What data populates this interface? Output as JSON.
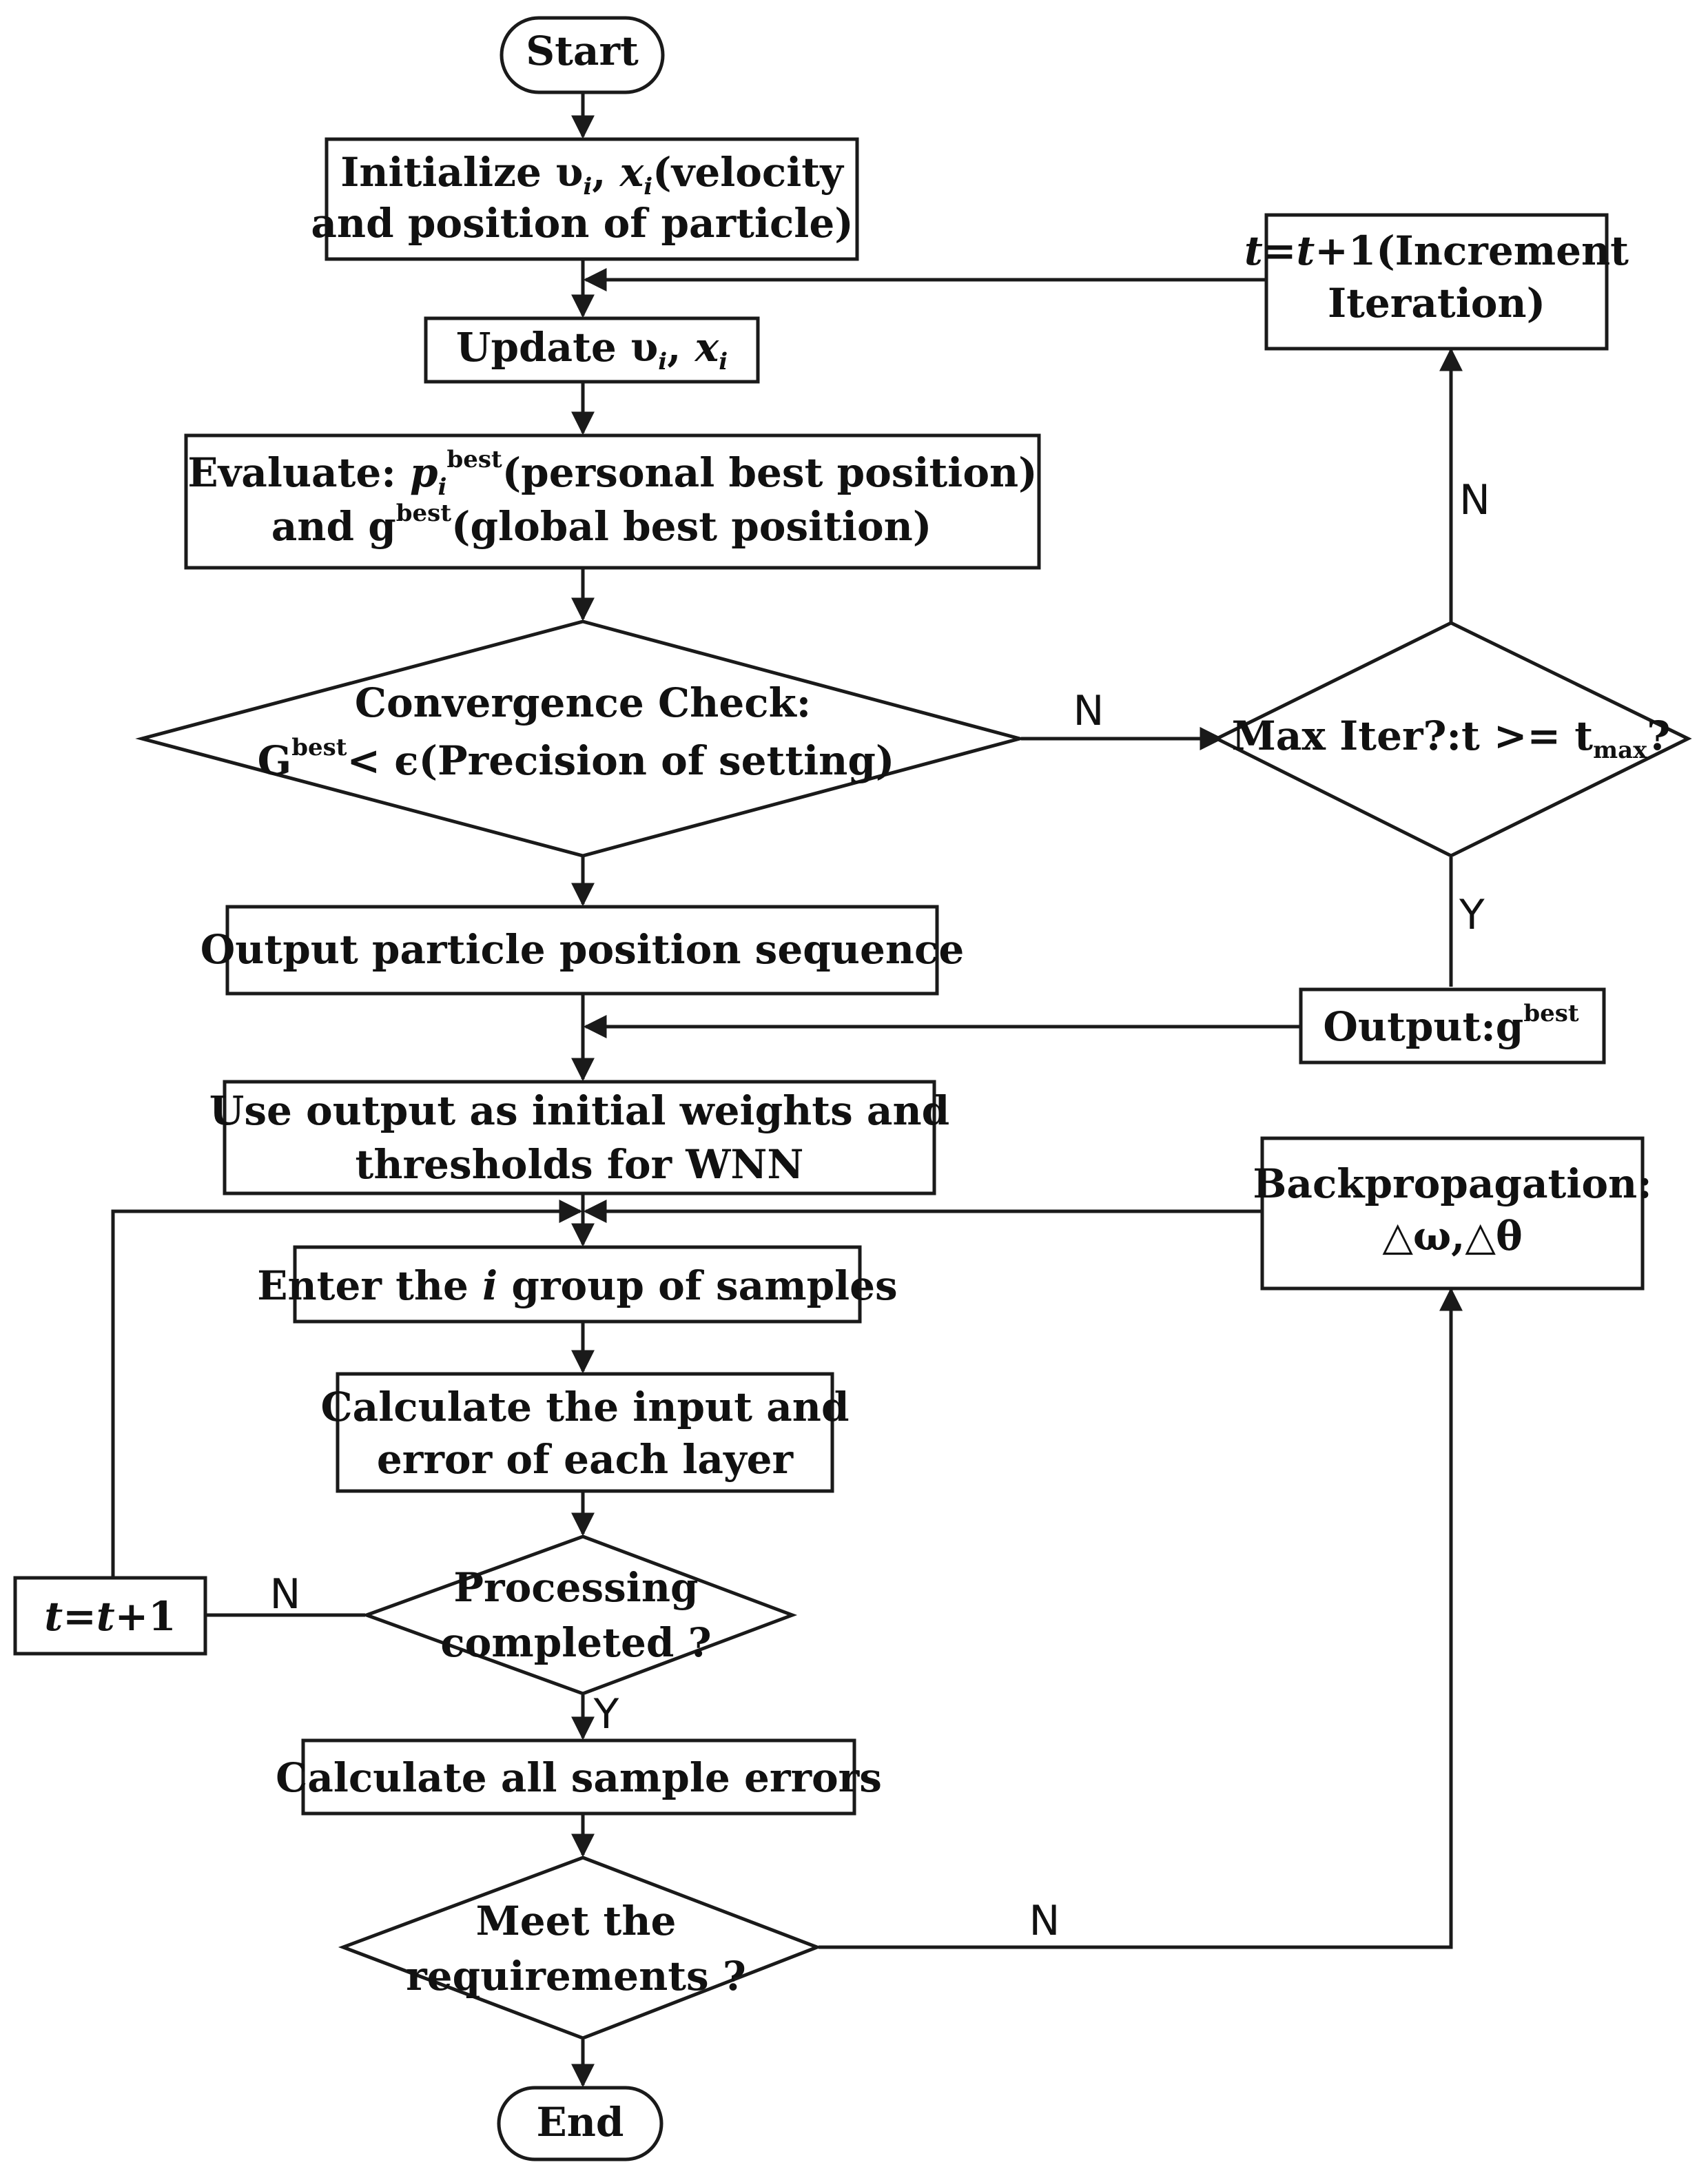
{
  "nodes": {
    "start": {
      "label": "Start"
    },
    "init": {
      "line1": "Initialize",
      "v": "υ",
      "i1": "i",
      "comma": ",",
      "x": "x",
      "i2": "i",
      "rest1": "(velocity",
      "line2": "and position of particle)"
    },
    "update": {
      "pre": "Update",
      "v": "υ",
      "i1": "i",
      "comma": ",",
      "x": "x",
      "i2": "i"
    },
    "evaluate": {
      "pre": "Evaluate:",
      "p": "p",
      "i": "i",
      "sup": "best",
      "rest1": "(personal best position)",
      "line2a": "and g",
      "sup2": "best",
      "line2b": "(global best position)"
    },
    "convergence": {
      "line1": "Convergence Check:",
      "g": "G",
      "sup": "best",
      "rest": "< ϵ(Precision of setting)"
    },
    "maxiter": {
      "pre": "Max Iter?:t >= t",
      "sub": "max",
      "post": "?"
    },
    "increment": {
      "t1": "t",
      "eq": "=",
      "t2": "t",
      "rest": "+1(Increment",
      "line2": "Iteration)"
    },
    "output_seq": {
      "label": "Output particle position sequence"
    },
    "output_g": {
      "pre": "Output:g",
      "sup": "best"
    },
    "use_output": {
      "line1": "Use output as initial weights and",
      "line2": "thresholds for WNN"
    },
    "backprop": {
      "line1": "Backpropagation:",
      "line2": "△ω,△θ"
    },
    "enter": {
      "pre": "Enter the",
      "i": "i",
      "post": "group of samples"
    },
    "calc_layer": {
      "line1": "Calculate the input and",
      "line2": "error of each layer"
    },
    "tplus": {
      "t1": "t",
      "eq": "=",
      "t2": "t",
      "rest": "+1"
    },
    "processing": {
      "line1": "Processing",
      "line2": "completed ?"
    },
    "calc_all": {
      "label": "Calculate all sample errors"
    },
    "meet": {
      "line1": "Meet the",
      "line2": "requirements ?"
    },
    "end": {
      "label": "End"
    }
  },
  "edges": {
    "conv_no": "N",
    "maxiter_no": "N",
    "maxiter_yes": "Y",
    "proc_no": "N",
    "proc_yes": "Y",
    "meet_no": "N"
  }
}
